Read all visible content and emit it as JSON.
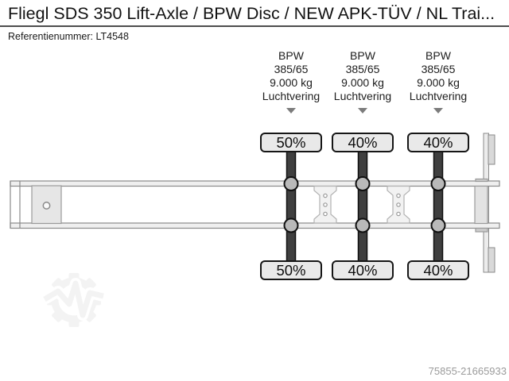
{
  "header": {
    "title": "Fliegl SDS 350 Lift-Axle / BPW Disc / NEW APK-TÜV / NL Trai...",
    "reference": "Referentienummer: LT4548"
  },
  "axles": [
    {
      "brand": "BPW",
      "tire_size": "385/65",
      "capacity": "9.000 kg",
      "suspension": "Luchtvering",
      "tread_top": "50%",
      "tread_bottom": "50%"
    },
    {
      "brand": "BPW",
      "tire_size": "385/65",
      "capacity": "9.000 kg",
      "suspension": "Luchtvering",
      "tread_top": "40%",
      "tread_bottom": "40%"
    },
    {
      "brand": "BPW",
      "tire_size": "385/65",
      "capacity": "9.000 kg",
      "suspension": "Luchtvering",
      "tread_top": "40%",
      "tread_bottom": "40%"
    }
  ],
  "icons": {
    "axle_pointer": "arrow-down-icon",
    "watermark": "gear-logo-icon"
  },
  "footer": {
    "listing_id": "75855-21665933"
  },
  "colors": {
    "axle_dark": "#3f3f3f",
    "frame_stroke": "#8a8a8a",
    "divider": "#4d4d4d",
    "watermark": "#f3f3f3",
    "muted_text": "#9b9b9b"
  }
}
